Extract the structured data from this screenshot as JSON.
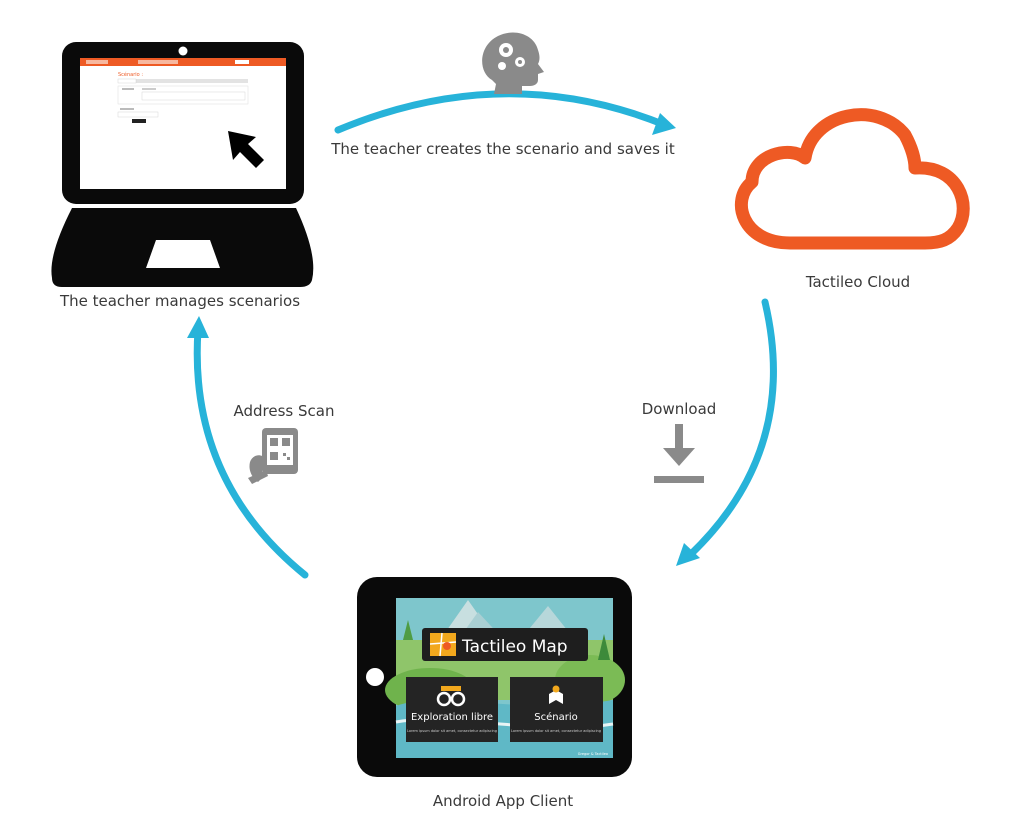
{
  "nodes": {
    "teacher": {
      "label": "The teacher manages scenarios"
    },
    "cloud": {
      "label": "Tactileo Cloud",
      "color": "#ee5a24"
    },
    "android": {
      "label": "Android App Client"
    }
  },
  "edges": {
    "create": {
      "label": "The teacher creates the scenario and saves it",
      "icon": "head-gears-icon"
    },
    "download": {
      "label": "Download",
      "icon": "download-icon"
    },
    "scan": {
      "label": "Address Scan",
      "icon": "phone-scan-icon"
    }
  },
  "tablet_app": {
    "title": "Tactileo Map",
    "tiles": [
      {
        "label": "Exploration libre",
        "caption": "Lorem ipsum dolor sit amet, consectetur adipiscing",
        "icon": "binoculars-icon"
      },
      {
        "label": "Scénario",
        "caption": "Lorem ipsum dolor sit amet, consectetur adipiscing",
        "icon": "map-pin-icon"
      }
    ],
    "footer": "Gregor & Tactileo"
  },
  "laptop_screen": {
    "page_title": "Scénario :"
  },
  "colors": {
    "arrow": "#27b3d9",
    "device": "#0a0a0a",
    "icon_gray": "#8a8a8a",
    "accent_orange": "#ee5a24"
  }
}
